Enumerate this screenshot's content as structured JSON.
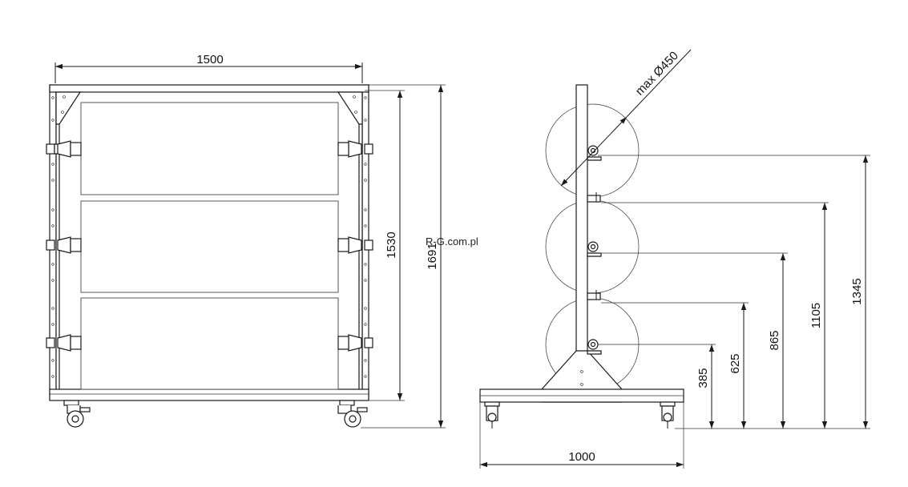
{
  "dimensions": {
    "front_width": "1500",
    "inner_height": "1530",
    "total_height": "1691",
    "side_width": "1000",
    "reel_diameter": "max  Ø450",
    "axis_1": "385",
    "axis_2": "625",
    "axis_3": "865",
    "axis_4": "1105",
    "axis_5": "1345"
  },
  "watermark": "R-G.com.pl",
  "colors": {
    "line": "#1a1a1a",
    "background": "#ffffff"
  }
}
